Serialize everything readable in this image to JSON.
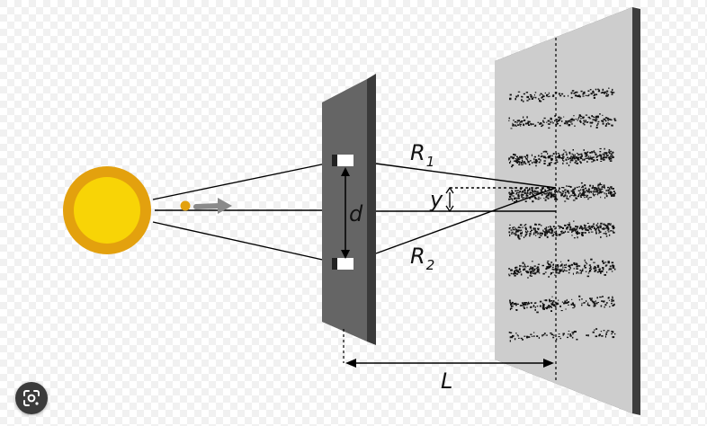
{
  "labels": {
    "r1": "R",
    "r1_sub": "1",
    "r2": "R",
    "r2_sub": "2",
    "y": "y",
    "d": "d",
    "l": "L"
  },
  "colors": {
    "checker_light": "#ffffff",
    "checker_dark": "#f1f1f1",
    "source_outer": "#e3a10e",
    "source_inner": "#f8d406",
    "barrier_front": "#656565",
    "barrier_edge": "#3a3a3a",
    "screen_front": "#cdcdcd",
    "screen_edge": "#3d3d3d",
    "pattern": "#111111",
    "arrow": "#8a8a8a",
    "line": "#000000",
    "lens_bg": "#3b3b3b"
  },
  "icons": {
    "lens_button": "google-lens-icon",
    "motion_arrow": "arrow-right-icon"
  }
}
